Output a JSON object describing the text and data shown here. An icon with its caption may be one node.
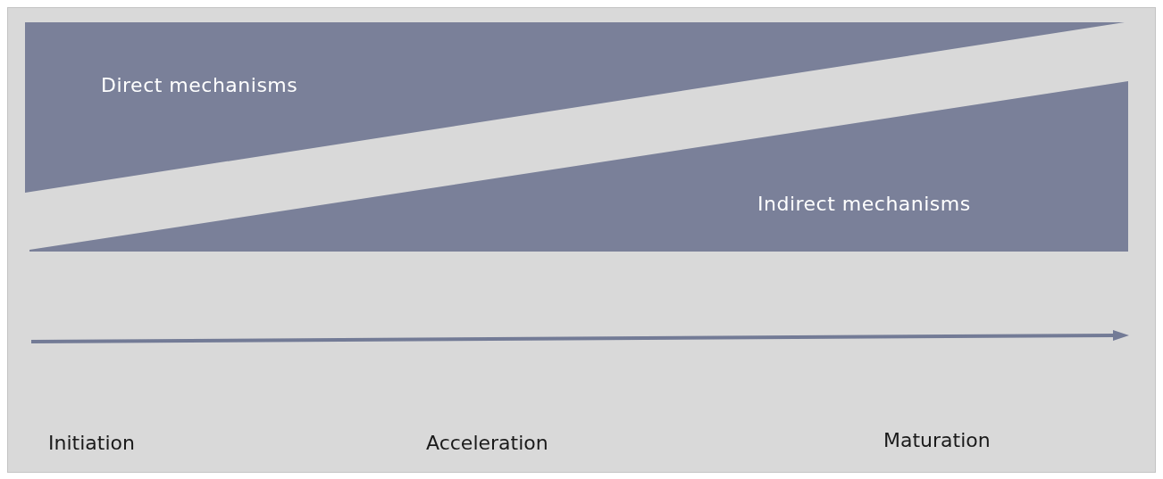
{
  "diagram": {
    "nodes": [
      {
        "text": [
          "Direct mechanisms"
        ]
      },
      {
        "text": [
          "Indirect mechanisms"
        ]
      }
    ],
    "edges": [],
    "labels": [
      "Initiation",
      "Acceleration",
      "Maturation"
    ]
  }
}
